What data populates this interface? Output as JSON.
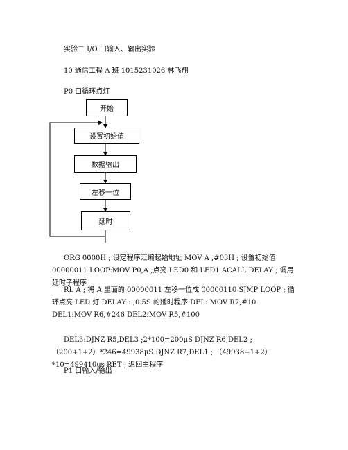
{
  "doc": {
    "title": "实验二 I/O 口输入、输出实验",
    "author_line": "10 通信工程 A 班 1015231026 林飞翔",
    "section1_heading": "P0 口循环点灯",
    "flowchart": {
      "start": "开始",
      "init": "设置初始值",
      "output": "数据输出",
      "shift": "左移一位",
      "delay": "延时"
    },
    "para1": "ORG 0000H ; 设定程序汇编起始地址 MOV A ,#03H ; 设置初始值 00000011 LOOP:MOV P0,A ;点亮 LED0 和 LED1 ACALL DELAY ; 调用延时子程序",
    "para2": "RL A ; 将 A 里面的 00000011 左移一位成 00000110 SJMP LOOP ; 循环点亮 LED 灯 DELAY : ;0.5S 的延时程序 DEL: MOV R7,#10 DEL1:MOV R6,#246 DEL2:MOV R5,#100",
    "para3": "DEL3:DJNZ R5,DEL3 ;2*100=200μS DJNZ R6,DEL2 ; （200+1+2）*246=49938μS DJNZ R7,DEL1 ; （49938+1+2）*10=499410us RET ; 返回主程序",
    "section2_heading": "P1 口输入/输出"
  }
}
